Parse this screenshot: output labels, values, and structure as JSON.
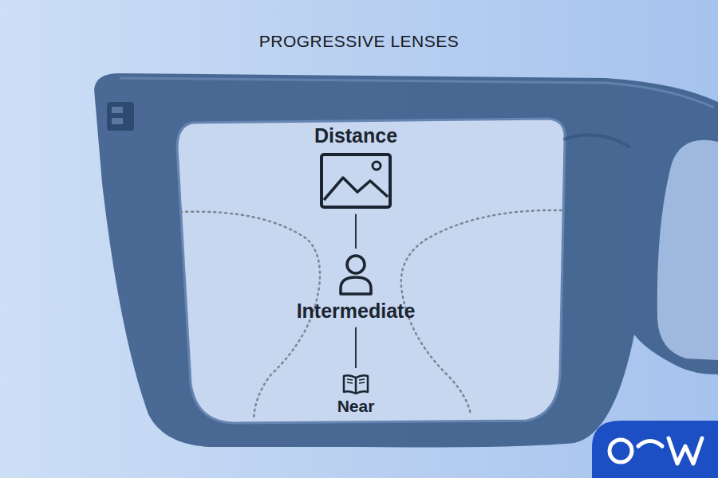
{
  "diagram": {
    "title": "PROGRESSIVE LENSES",
    "nodes": [
      {
        "text": [
          "Distance"
        ]
      },
      {
        "text": [
          "Intermediate"
        ]
      },
      {
        "text": [
          "Near"
        ]
      }
    ],
    "edges": [
      {
        "from": 0,
        "to": 1,
        "arrow": "none"
      },
      {
        "from": 1,
        "to": 2,
        "arrow": "none"
      }
    ]
  }
}
